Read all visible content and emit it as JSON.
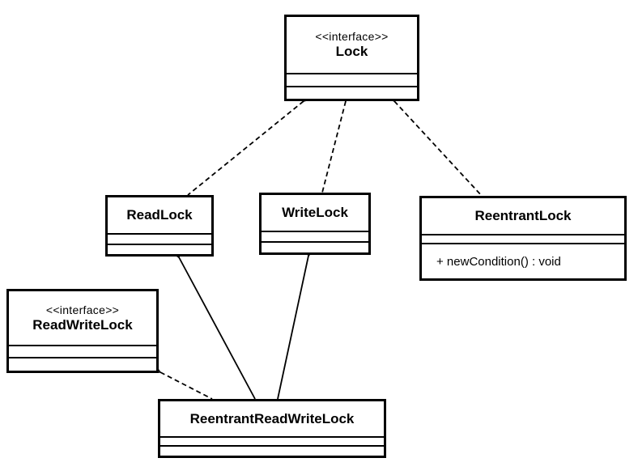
{
  "classes": {
    "lock": {
      "stereotype": "<<interface>>",
      "name": "Lock",
      "operations": []
    },
    "read_lock": {
      "name": "ReadLock",
      "operations": []
    },
    "write_lock": {
      "name": "WriteLock",
      "operations": []
    },
    "reentrant_lock": {
      "name": "ReentrantLock",
      "operations": [
        "+ newCondition() : void"
      ]
    },
    "read_write_lock": {
      "stereotype": "<<interface>>",
      "name": "ReadWriteLock",
      "operations": []
    },
    "reentrant_read_write_lock": {
      "name": "ReentrantReadWriteLock",
      "operations": []
    }
  },
  "relationships": [
    {
      "from": "ReadLock",
      "to": "Lock",
      "kind": "realization"
    },
    {
      "from": "WriteLock",
      "to": "Lock",
      "kind": "realization"
    },
    {
      "from": "ReentrantLock",
      "to": "Lock",
      "kind": "realization"
    },
    {
      "from": "ReentrantReadWriteLock",
      "to": "ReadWriteLock",
      "kind": "realization"
    },
    {
      "from": "ReentrantReadWriteLock",
      "to": "ReadLock",
      "kind": "association"
    },
    {
      "from": "ReentrantReadWriteLock",
      "to": "WriteLock",
      "kind": "association"
    }
  ],
  "colors": {
    "stroke": "#000000",
    "background": "#ffffff"
  }
}
